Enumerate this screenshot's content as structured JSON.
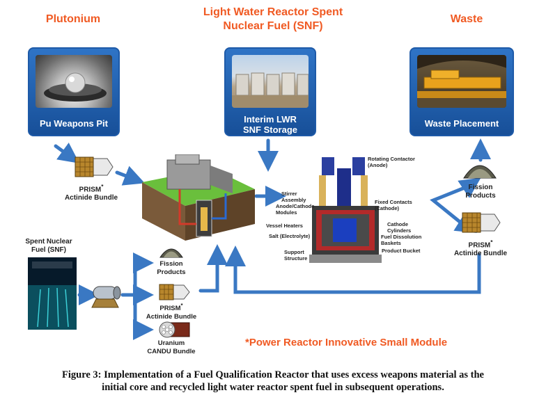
{
  "headings": {
    "plutonium": "Plutonium",
    "lwr_snf_line1": "Light Water Reactor Spent",
    "lwr_snf_line2": "Nuclear Fuel (SNF)",
    "waste": "Waste"
  },
  "boxes": {
    "pu_pit": "Pu Weapons Pit",
    "interim_line1": "Interim LWR",
    "interim_line2": "SNF Storage",
    "waste_placement": "Waste Placement"
  },
  "bundles": {
    "prism_left_line1": "PRISM",
    "prism_left_line2": "Actinide Bundle",
    "fission_right_line1": "Fission",
    "fission_right_line2": "Products",
    "prism_right_line1": "PRISM",
    "prism_right_line2": "Actinide Bundle",
    "spent_line1": "Spent Nuclear",
    "spent_line2": "Fuel (SNF)",
    "fission_bottom_line1": "Fission",
    "fission_bottom_line2": "Products",
    "prism_bottom_line1": "PRISM",
    "prism_bottom_line2": "Actinide Bundle",
    "uranium_line1": "Uranium",
    "uranium_line2": "CANDU Bundle",
    "asterisk": "*"
  },
  "process_labels": {
    "rotating_contactor_1": "Rotating Contactor",
    "rotating_contactor_2": "(Anode)",
    "stirrer_1": "Stirrer",
    "stirrer_2": "Assembly",
    "fixed_contacts_1": "Fixed Contacts",
    "fixed_contacts_2": "(Cathode)",
    "anode_cathode_1": "Anode/Cathode",
    "anode_cathode_2": "Modules",
    "cathode_cyl_1": "Cathode",
    "cathode_cyl_2": "Cylinders",
    "vessel_heaters": "Vessel Heaters",
    "salt": "Salt (Electrolyte)",
    "fuel_dissolution_1": "Fuel Dissolution",
    "fuel_dissolution_2": "Baskets",
    "product_bucket": "Product Bucket",
    "support_1": "Support",
    "support_2": "Structure"
  },
  "note": "*Power Reactor Innovative Small Module",
  "caption": {
    "line1": "Figure 3: Implementation of a Fuel Qualification Reactor that uses excess weapons material as the",
    "line2": "initial core and recycled light water reactor spent fuel in subsequent operations."
  },
  "colors": {
    "accent": "#f05a23",
    "flow_arrow": "#3a78c3",
    "box_blue": "#1e5aa8"
  }
}
